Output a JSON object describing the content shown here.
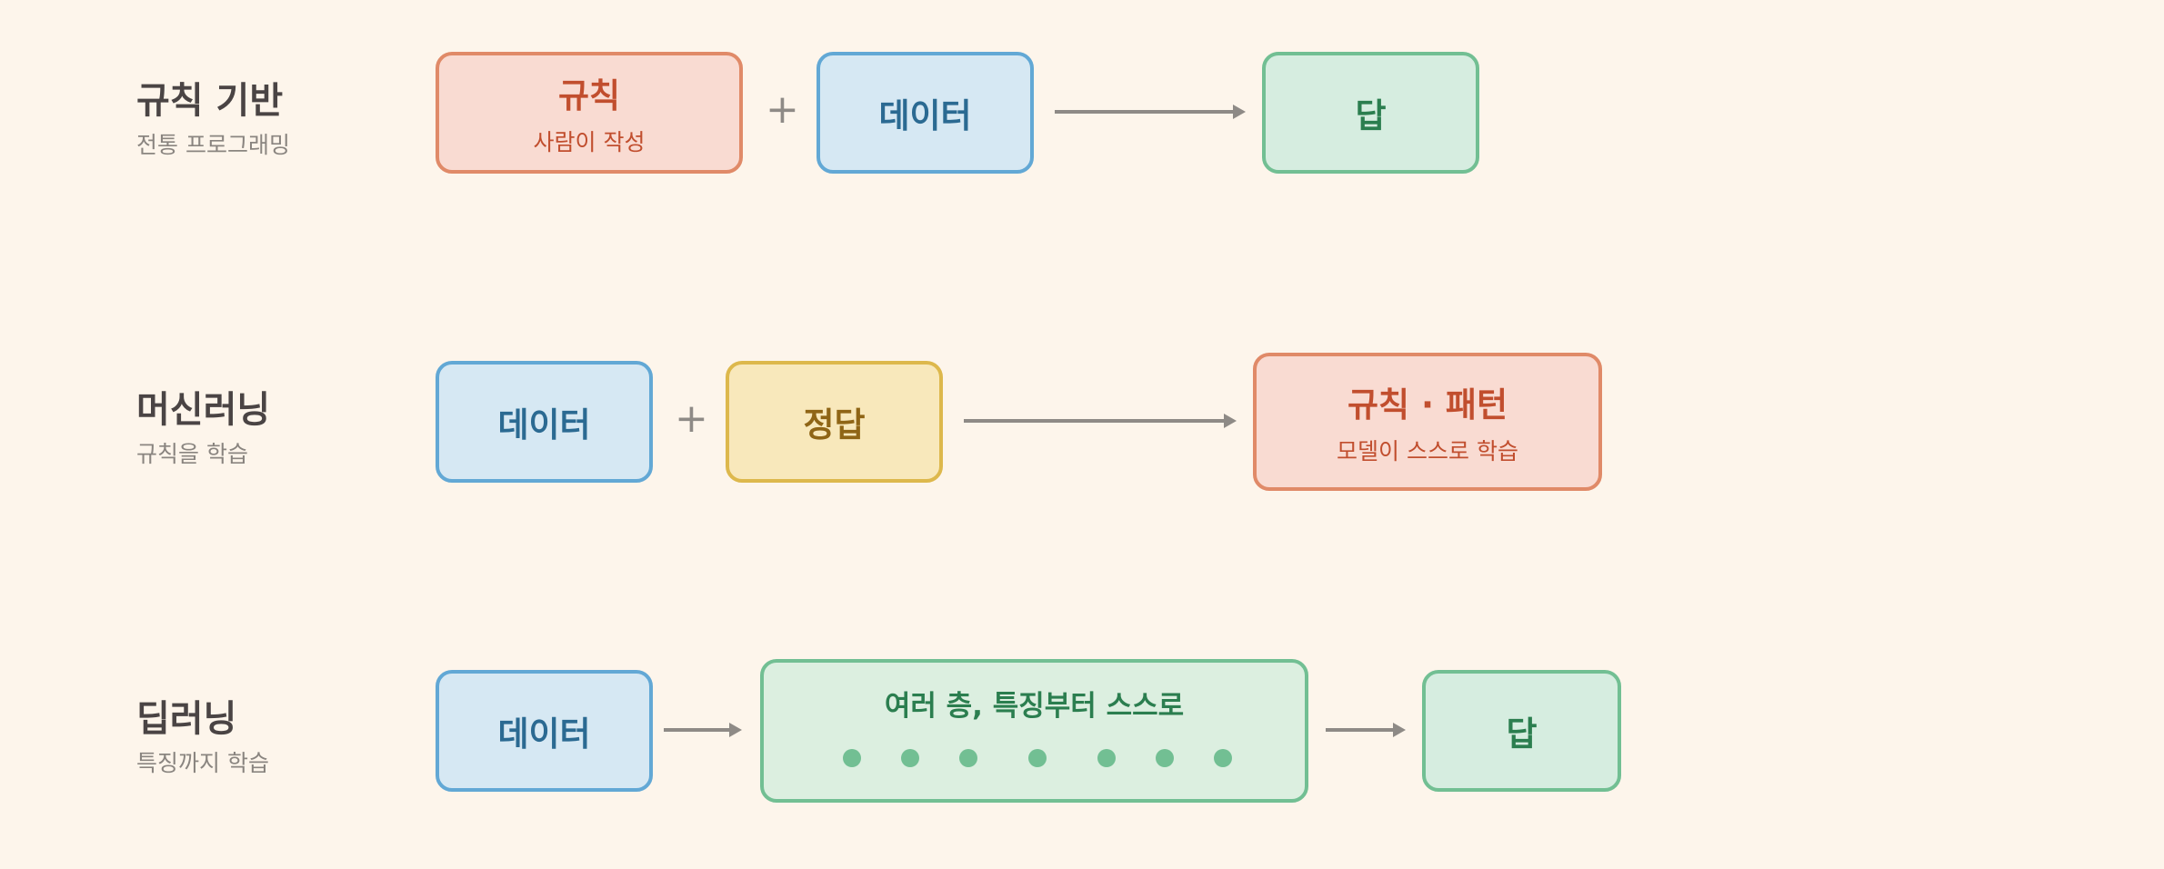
{
  "rows": [
    {
      "title": "규칙 기반",
      "subtitle": "전통 프로그래밍",
      "input1": {
        "title": "규칙",
        "sub": "사람이 작성"
      },
      "plus": "+",
      "input2": {
        "title": "데이터"
      },
      "output": {
        "title": "답"
      }
    },
    {
      "title": "머신러닝",
      "subtitle": "규칙을 학습",
      "input1": {
        "title": "데이터"
      },
      "plus": "+",
      "input2": {
        "title": "정답"
      },
      "output": {
        "title": "규칙 · 패턴",
        "sub": "모델이 스스로 학습"
      }
    },
    {
      "title": "딥러닝",
      "subtitle": "특징까지 학습",
      "input1": {
        "title": "데이터"
      },
      "layers": {
        "title": "여러 층, 특징부터 스스로",
        "node_count": 7
      },
      "output": {
        "title": "답"
      }
    }
  ],
  "colors": {
    "background": "#fdf5eb",
    "rules_fill": "#f9dbd2",
    "rules_border": "#e08a68",
    "rules_text": "#c14e2e",
    "data_fill": "#d6e8f3",
    "data_border": "#62a8d5",
    "data_text": "#2b6a92",
    "label_fill": "#f8e8bb",
    "label_border": "#ddb84c",
    "label_text": "#8f6516",
    "answer_fill": "#d6ede0",
    "answer_border": "#72bf93",
    "answer_text": "#2b7e4f",
    "arrow": "#8e8a86"
  }
}
